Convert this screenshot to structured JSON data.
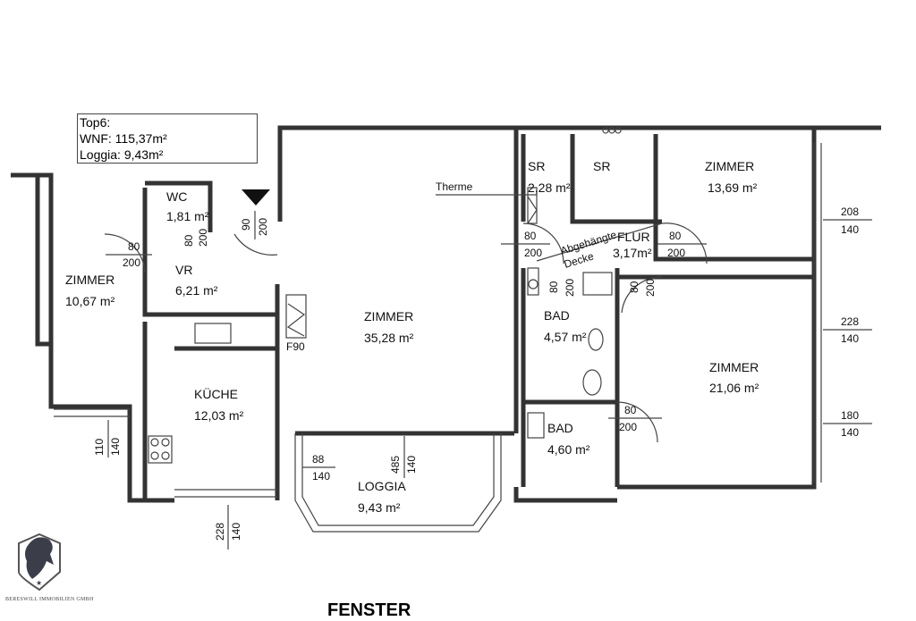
{
  "summary": {
    "line1": "Top6:",
    "line2": "WNF: 115,37m²",
    "line3": "Loggia: 9,43m²"
  },
  "rooms": [
    {
      "name": "ZIMMER",
      "area": "10,67 m²"
    },
    {
      "name": "WC",
      "area": "1,81 m²"
    },
    {
      "name": "VR",
      "area": "6,21 m²"
    },
    {
      "name": "ZIMMER",
      "area": "35,28 m²"
    },
    {
      "name": "KÜCHE",
      "area": "12,03 m²"
    },
    {
      "name": "LOGGIA",
      "area": "9,43 m²"
    },
    {
      "name": "SR",
      "area": "2,28 m²"
    },
    {
      "name": "SR",
      "area": ""
    },
    {
      "name": "ZIMMER",
      "area": "13,69 m²"
    },
    {
      "name": "FLUR",
      "area": "3,17m²"
    },
    {
      "name": "BAD",
      "area": "4,57 m²"
    },
    {
      "name": "ZIMMER",
      "area": "21,06 m²"
    },
    {
      "name": "BAD",
      "area": "4,60 m²"
    }
  ],
  "annotations": {
    "therme": "Therme",
    "ceiling1": "Abgehängte",
    "ceiling2": "Decke",
    "f90": "F90"
  },
  "dims": {
    "d80": "80",
    "d200": "200",
    "d90": "90",
    "w208": "208",
    "w228": "228",
    "w180": "180",
    "w140": "140",
    "w110": "110",
    "w88": "88",
    "w485": "485"
  },
  "logo": {
    "company": "BERESWILL IMMOBILIEN GMBH"
  },
  "footer": {
    "cut_label": "FENSTER"
  }
}
